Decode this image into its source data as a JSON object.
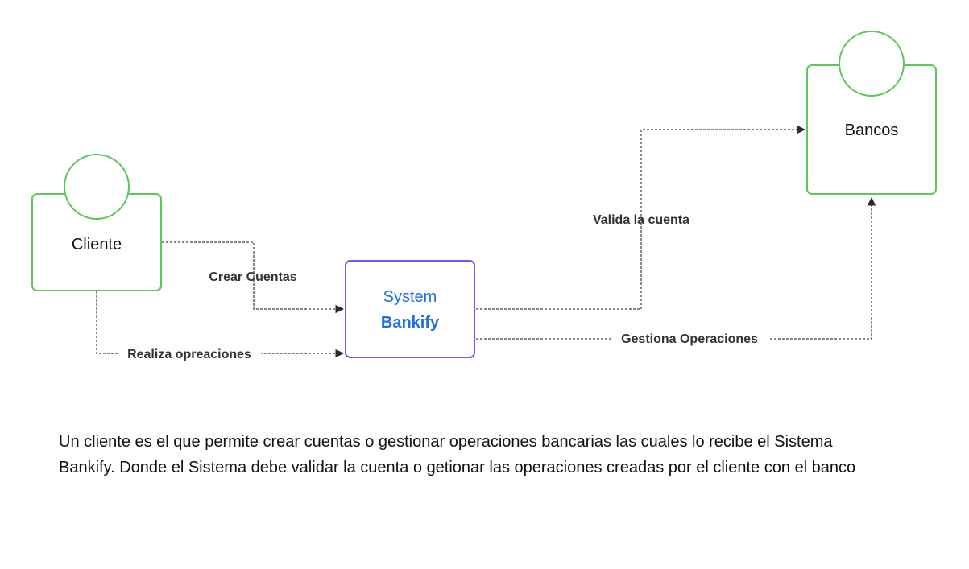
{
  "nodes": {
    "cliente": "Cliente",
    "bancos": "Bancos",
    "system_line1": "System",
    "system_line2": "Bankify"
  },
  "edges": {
    "crear_cuentas": "Crear Cuentas",
    "realiza_operaciones": "Realiza opreaciones",
    "valida_cuenta": "Valida la cuenta",
    "gestiona_operaciones": "Gestiona Operaciones"
  },
  "description": "Un cliente es el que permite crear cuentas o gestionar  operaciones bancarias las cuales lo recibe el Sistema Bankify. Donde el Sistema debe validar la cuenta o getionar las operaciones creadas por el cliente con el banco",
  "colors": {
    "actor_border": "#5cc85c",
    "system_border": "#6b5cf0",
    "system_text": "#1e6fe0"
  }
}
